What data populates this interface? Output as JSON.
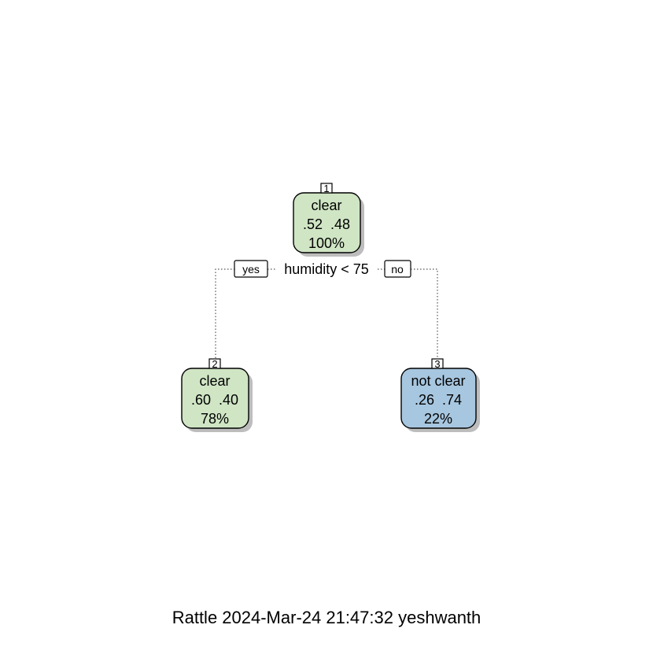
{
  "tree": {
    "colors": {
      "clear": "#cfe5c4",
      "not_clear": "#a7c6df",
      "border": "#000000",
      "shadow": "#bdbdbd"
    },
    "root": {
      "id": "1",
      "class_label": "clear",
      "probs": ".52  .48",
      "percent": "100%"
    },
    "split": {
      "condition": "humidity < 75",
      "yes_label": "yes",
      "no_label": "no"
    },
    "left": {
      "id": "2",
      "class_label": "clear",
      "probs": ".60  .40",
      "percent": "78%"
    },
    "right": {
      "id": "3",
      "class_label": "not clear",
      "probs": ".26  .74",
      "percent": "22%"
    }
  },
  "caption": "Rattle 2024-Mar-24 21:47:32 yeshwanth"
}
